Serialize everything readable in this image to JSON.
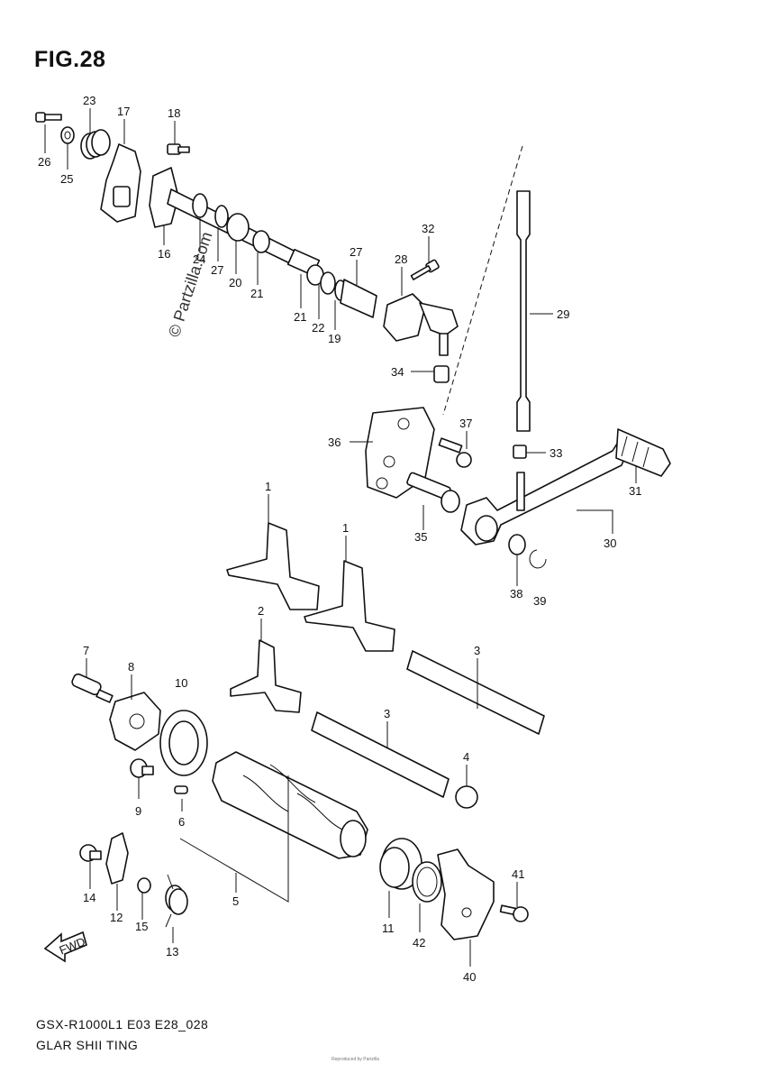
{
  "figure_title": "FIG.28",
  "footer": {
    "model_code": "GSX-R1000L1 E03 E28_028",
    "section_name": "GLAR SHII TING",
    "tiny_print": "Reproduced by Partzilla"
  },
  "watermark": "© Partzilla.com",
  "labels": {
    "p1a": "1",
    "p1b": "1",
    "p2": "2",
    "p3a": "3",
    "p3b": "3",
    "p4": "4",
    "p5": "5",
    "p6": "6",
    "p7": "7",
    "p8": "8",
    "p9": "9",
    "p10": "10",
    "p11": "11",
    "p12": "12",
    "p13": "13",
    "p14": "14",
    "p15": "15",
    "p16": "16",
    "p17": "17",
    "p18": "18",
    "p19": "19",
    "p20": "20",
    "p21a": "21",
    "p21b": "21",
    "p22": "22",
    "p23": "23",
    "p24": "24",
    "p25": "25",
    "p26": "26",
    "p27a": "27",
    "p27b": "27",
    "p28": "28",
    "p29": "29",
    "p30": "30",
    "p31": "31",
    "p32": "32",
    "p33": "33",
    "p34": "34",
    "p35": "35",
    "p36": "36",
    "p37": "37",
    "p38": "38",
    "p39": "39",
    "p40": "40",
    "p41": "41",
    "p42": "42"
  },
  "fwd_arrow_text": "FWD"
}
